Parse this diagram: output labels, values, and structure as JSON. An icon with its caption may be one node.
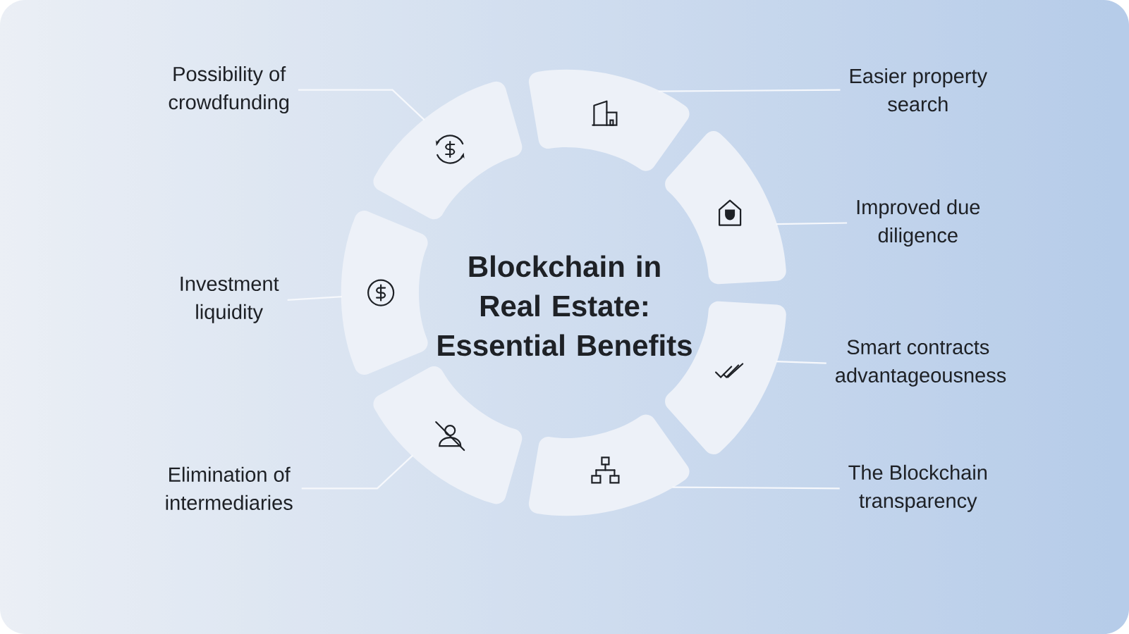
{
  "diagram": {
    "title": "Blockchain in Real Estate: Essential Benefits",
    "nodes": [
      {
        "text": [
          "Possibility of crowdfunding"
        ]
      },
      {
        "text": [
          "Easier property search"
        ]
      },
      {
        "text": [
          "Improved due diligence"
        ]
      },
      {
        "text": [
          "Investment liquidity"
        ]
      },
      {
        "text": [
          "Smart contracts advantageousness"
        ]
      },
      {
        "text": [
          "Elimination of intermediaries"
        ]
      },
      {
        "text": [
          "The Blockchain transparency"
        ]
      },
      {
        "text": [],
        "shape": "picture"
      },
      {
        "text": [],
        "shape": "picture"
      },
      {
        "text": [],
        "shape": "picture"
      },
      {
        "text": [],
        "shape": "picture"
      },
      {
        "text": [],
        "shape": "picture"
      },
      {
        "text": [],
        "shape": "picture"
      },
      {
        "text": [],
        "shape": "picture"
      }
    ],
    "edges": [
      {
        "from": 0,
        "to": 7,
        "arrow": "none"
      },
      {
        "from": 1,
        "to": 8,
        "arrow": "none"
      },
      {
        "from": 2,
        "to": 9,
        "arrow": "none"
      },
      {
        "from": 3,
        "to": 10,
        "arrow": "none"
      },
      {
        "from": 4,
        "to": 11,
        "arrow": "none"
      },
      {
        "from": 5,
        "to": 12,
        "arrow": "none"
      },
      {
        "from": 6,
        "to": 13,
        "arrow": "none"
      }
    ]
  }
}
